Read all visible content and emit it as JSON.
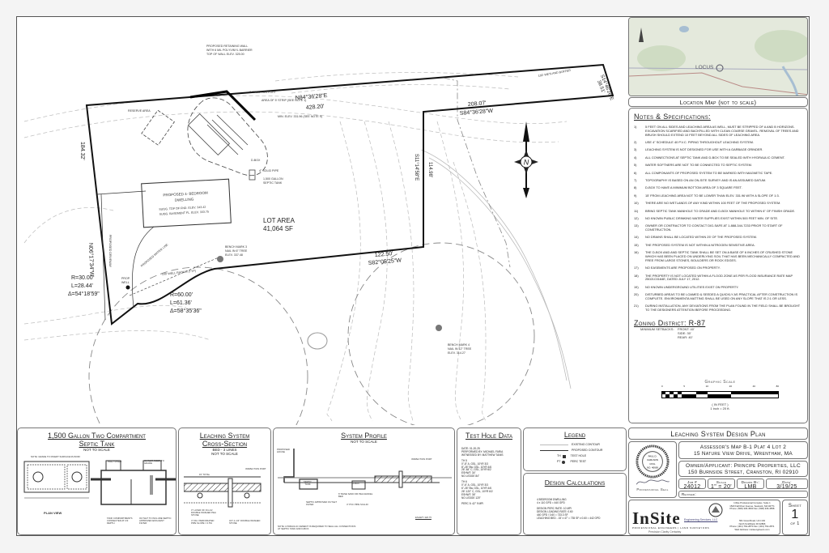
{
  "plan": {
    "line_north_bearing": "N84°36'28\"E",
    "line_north_dist": "428.20'",
    "line_ne_bearing": "S14°46'26\"E",
    "line_ne_dist": "38.51'",
    "line_mid_dist": "208.07'",
    "line_mid_bearing": "S84°36'28\"W",
    "line_east_bearing": "S11°14'58\"E",
    "line_east_dist": "114.98'",
    "line_south_dist": "122.50'",
    "line_south_bearing": "S82°05'25\"W",
    "line_west_bearing": "N06°17'34\"W",
    "line_west_dist": "184.32'",
    "curve1": [
      "R=30.00'",
      "L=28.44'",
      "Δ=54°18'59\""
    ],
    "curve2": [
      "R=60.00'",
      "L=61.36'",
      "Δ=58°35'36\""
    ],
    "lot_area_label": "LOT AREA",
    "lot_area_value": "41,064 SF",
    "retaining_wall": [
      "PROPOSED RETAINING WALL",
      "WITH 6 MIL POLYVINYL BARRIER",
      "TOP OF WALL ELEV. 325.00"
    ],
    "inspection_port": "INSPECTION PORT",
    "strip_area": "AREA OF 5' STRIP (SEE NOTE 1)",
    "min_elev": "MIN. ELEV. 331.96 (SEE NOTE 9)",
    "reserve_area": "RESERVE AREA",
    "dbox": "D-BOX",
    "solid_pipe": "4\" SOLID PIPE",
    "septic_tank": [
      "1,500 GALLON",
      "SEPTIC TANK"
    ],
    "dwelling": [
      "PROPOSED 4- BEDROOM",
      "DWELLING",
      "SUGG. TOP OF FND. ELEV. 343.42",
      "SUGG. BASEMENT FL. ELEV. 333.75"
    ],
    "well": [
      "PROP.",
      "WELL"
    ],
    "well_radius": "100' WELL RADIUS (TYP)",
    "water_line": "PROPOSED WATER LINE",
    "driveway": "PROPOSED DRIVEWAY",
    "wetland_buffer": "100' WETLAND BUFFER",
    "benchmarks": [
      [
        "BENCH MARK 3",
        "NAIL IN 6\" TREE",
        "ELEV. 337.48"
      ],
      [
        "BENCH MARK 4",
        "NAIL IN 12\" TREE",
        "ELEV. 314.27"
      ]
    ],
    "north_letter": "N"
  },
  "location_map": {
    "locus": "LOCUS",
    "title": "Location Map (not to scale)"
  },
  "notes": {
    "title": "Notes & Specifications:",
    "items": [
      "5 FEET ON ALL SIDES AND LEACHING AREA AS WELL, MUST BE STRIPPED OF A AND B HORIZONS. EXCAVATION SCARIFIED AND BACKFILLED WITH CLEAN COARSE GRAVEL. REMOVAL OF TREES AND BRUSH SHOULD EXTEND 10 FEET BEYOND ALL SIDES OF LEACHING AREA.",
      "USE 4\" SCHEDULE 40 P.V.C. PIPING THROUGHOUT LEACHING SYSTEM.",
      "LEACHING SYSTEM IS NOT DESIGNED FOR USE WITH A GARBAGE GRINDER.",
      "ALL CONNECTIONS AT SEPTIC TANK AND D-BOX TO BE SEALED WITH HYDRAULIC CEMENT.",
      "WATER SOFTNERS ARE NOT TO BE CONNECTED TO SEPTIC SYSTEM.",
      "ALL COMPONANTS OF PROPOSED SYSTEM TO BE MARKED WITH MAGNETIC TAPE.",
      "TOPOGRAPHY IS BASED ON AN ON-SITE SURVEY AND IS AN ASSUMED DATUM.",
      "D-BOX TO HAVE A MINIMUM BOTTOM AREA OF 3 SQUARE FEET.",
      "15' FROM LEACHING AREA NOT TO BE LOWER THAN ELEV. 331.96 WITH A SLOPE OF 1:3.",
      "THERE ARE NO WETLANDS OF ANY KIND WITHIN 100 FEET OF THE PROPOSED SYSTEM.",
      "BRING SEPTIC TANK MANHOLE TO GRADE AND D-BOX MANHOLE TO WITHIN 6\" OF FINISH GRADE.",
      "NO KNOWN PUBLIC DRINKING WATER SUPPLIES EXIST WITHIN 500 FEET MIN. OF SITE.",
      "OWNER OR CONTRACTOR TO CONTACT DIG-SAFE AT 1-888-344-7233 PRIOR TO START OF CONSTRUCTION.",
      "NO DRAINS SHALL BE LOCATED WITHIN 25' OF THE PROPOSED SYSTEM.",
      "THE PROPOSED SYSTEM IS NOT WITHIN A NITROGEN SENSITIVE AREA.",
      "THE D-BOX AND AND SEPTIC TANK SHALL BE SET ON A BASE OF 6 INCHES OF CRUSHED STONE WHICH HAS BEEN PLACED ON UNDERLYING SOIL THAT HAS BEEN MECHANICALLY COMPACTED AND FREE FROM LARGE STONES, BOULDERS OR ROCK EDGES.",
      "NO EASEMENTS ARE PROPOSED ON PROPERTY.",
      "THE PROPERTY IS NOT LOCATED WITHIN A FLOOD ZONE AS PER FLOOD INSURANCE RATE MAP 25021C0164E, DATED JULY 17, 2012.",
      "NO KNOWN UNDERGROUND UTILITIES EXIST ON PROPERTY.",
      "DISTURBED AREAS TO BE LOAMED & SEEDED A QUICKLY AS PRACTICAL AFTER CONSTRUCTION IS COMPLETE. ENVIRONMENTA MATTING SHALL BE USED ON ANY SLOPE THAT IS 2:1 OR LESS.",
      "DURING INSTALLATION, ANY DEVIATIONS FROM THE PLAN FOUND IN THE FIELD SHALL BE BROUGHT TO THE DESIGNERS ATTENTION BEFORE PROCEEDING."
    ]
  },
  "zoning": {
    "title": "Zoning District: R-87",
    "setbacks_label": "MINIMUM SETBACKS:",
    "front": "FRONT: 40'",
    "side": "SIDE: 30'",
    "rear": "REAR: 40'"
  },
  "graphic_scale": {
    "title": "Graphic Scale",
    "units": "( IN FEET )",
    "ratio": "1 inch = 20 ft.",
    "ticks": [
      "0",
      "5",
      "10",
      "20",
      "40",
      "80"
    ]
  },
  "septic_detail": {
    "title1": "1,500 Gallon Two Compartment",
    "title2": "Septic Tank",
    "sub": "NOT TO SCALE",
    "plan_view": "PLAN VIEW",
    "note": "NOTE: GRADE TO DIVERT SURFACE RUNOFF",
    "inlet_riser": "INLET RISER",
    "outlet_riser": "OUTLET RISER TO GRADE",
    "outlet_filter": "OUTLET TO INCLUDE SEPTIC APPROVED EFFLUENT FILTER",
    "compartments": "TANK COMPARTMENTS CONNECTED AT 2/3 DEPTH"
  },
  "leaching_detail": {
    "title1": "Leaching System",
    "title2": "Cross-Section",
    "sub1": "BED - 3 LINES",
    "sub2": "NOT TO SCALE",
    "port": "INSPECTION PORT",
    "total": "15' TOTAL",
    "stone": "3\" LAYER OF 3/4-1/2 DOUBLE WASHED PEA STONE",
    "pipe": "4\" DIA. PERFORATED PIPE SLOPE = 0.5%",
    "washed": "3/4\"-1-1/2\" DOUBLE WASHED STONE"
  },
  "profile": {
    "title": "System Profile",
    "sub": "NOT TO SCALE",
    "house": "PROPOSED HOUSE",
    "tank": "SEPTIC TANK",
    "dbox": "D-BOX",
    "port": "INSPECTION PORT",
    "pipe": "4\" PVC PIPE SCH.40",
    "bed": "6\" BASE SAND OR PEA GRAVEL BED",
    "eshwt": "ESHWT: 326.75",
    "filter": "SEPTIC APPROVED OUTLET FILTER",
    "note": "NOTE: HYDRAULIC CEMENT IS REQUIRED TO SEAL ALL CONNECTIONS AT SEPTIC TANK AND D-BOX."
  },
  "test_hole": {
    "title": "Test Hole Data",
    "lines": [
      "DATE: 01-20-25",
      "PERFORMED BY: MICHAEL FARIA",
      "WITNESSED BY: MATTHEW TANIS",
      "",
      "TH 5",
      "0\"-8\" A, GSL, 10YR 3/3",
      "8\"-26\" Bw, GSL, 10YR 4/6",
      "26\"-84\" C, GSL, 10YR 6/2",
      "ESHWT: 34\"",
      "NO LEDGE 84\"",
      "",
      "TH 6",
      "0\"-6\" A, GSL, 10YR 3/3",
      "6\"-26\" Bw, GSL, 10YR 4/6",
      "26\"-120\" C, GSL, 10YR 6/2",
      "ESHWT: 36\"",
      "NO LEDGE 120\"",
      "",
      "PERC 5: 42\" 9 MPI"
    ]
  },
  "legend": {
    "title": "Legend",
    "items": [
      "EXISTING CONTOUR",
      "PROPOSED CONTOUR",
      "TEST HOLE",
      "PERC TEST"
    ],
    "prefixes": [
      "TH",
      "PT"
    ]
  },
  "design_calc": {
    "title": "Design Calculations",
    "lines": [
      "4 BEDROOM DWELLING",
      "4 x 110 GPD = 440 GPD",
      "",
      "DESIGN PERC RATE: 10 MPI",
      "DESIGN LOADING RATE: 0.60",
      "440 GPD / 0.60 = 733.3 SF",
      "LEACHING BED - 15' x 47' = 735 SF x 0.60 = 442 GPD"
    ]
  },
  "title_block": {
    "plan_title": "Leaching System Design Plan",
    "assessor": "Assessor's Map B-1  Plat 4  Lot 2",
    "address": "15 Nature View Drive, Wrentham, MA",
    "owner": "Owner/Applicant: Principe Properties, LLC",
    "owner_address": "150 Burnside Street, Cranston, RI 02910",
    "job_label": "Job #",
    "job": "24012",
    "scale_label": "Scale",
    "scale": "1\" = 20'",
    "drawn_label": "Drawn By:",
    "drawn": "LMB",
    "date_label": "Date:",
    "date": "3/19/25",
    "revised_label": "Revised:",
    "seal_text": [
      "PAUL D.",
      "CARLSON",
      "CIVIL",
      "NO. 40669"
    ],
    "seal_label": "Professional Seal",
    "sheet_label": "Sheet",
    "sheet_num": "1",
    "sheet_of": "of 1"
  },
  "company": {
    "name_in": "In",
    "name_site": "Site",
    "subtitle": "Engineering Services, LLC",
    "tagline": "PROFESSIONAL ENGINEERS | LAND SURVEYORS",
    "motto": "Precision  Clarity  Certainty",
    "address1": [
      "InSite Professional Complex, Suite 1",
      "1520 Fall River Avenue, Seekonk, MA 02771",
      "Phone: (508) 336-4500 Fax: (508) 336-4558"
    ],
    "address2": [
      "501 Great Road, Unit 104",
      "North Smithfield, RI 02896",
      "Phone: (401) 762-2870 Fax: (401) 762-2871",
      "Web Address: insiteengineers.com"
    ]
  }
}
